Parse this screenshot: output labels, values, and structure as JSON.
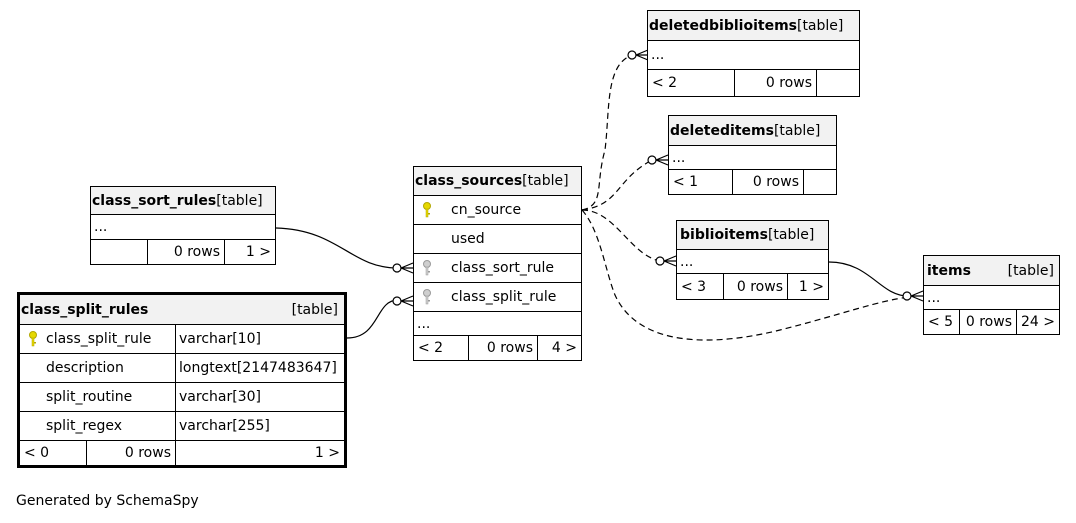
{
  "diagram": {
    "footer": "Generated by SchemaSpy",
    "tables": {
      "deletedbiblioitems": {
        "name": "deletedbiblioitems",
        "type": "[table]",
        "ellipsis": "...",
        "parents": "< 2",
        "rows": "0 rows",
        "children": ""
      },
      "deleteditems": {
        "name": "deleteditems",
        "type": "[table]",
        "ellipsis": "...",
        "parents": "< 1",
        "rows": "0 rows",
        "children": ""
      },
      "class_sources": {
        "name": "class_sources",
        "type": "[table]",
        "columns": [
          "cn_source",
          "used",
          "class_sort_rule",
          "class_split_rule"
        ],
        "ellipsis": "...",
        "parents": "< 2",
        "rows": "0 rows",
        "children": "4 >"
      },
      "class_sort_rules": {
        "name": "class_sort_rules",
        "type": "[table]",
        "ellipsis": "...",
        "parents": "",
        "rows": "0 rows",
        "children": "1 >"
      },
      "biblioitems": {
        "name": "biblioitems",
        "type": "[table]",
        "ellipsis": "...",
        "parents": "< 3",
        "rows": "0 rows",
        "children": "1 >"
      },
      "items": {
        "name": "items",
        "type": "[table]",
        "ellipsis": "...",
        "parents": "< 5",
        "rows": "0 rows",
        "children": "24 >"
      },
      "class_split_rules": {
        "name": "class_split_rules",
        "type": "[table]",
        "columns": [
          {
            "name": "class_split_rule",
            "type": "varchar[10]"
          },
          {
            "name": "description",
            "type": "longtext[2147483647]"
          },
          {
            "name": "split_routine",
            "type": "varchar[30]"
          },
          {
            "name": "split_regex",
            "type": "varchar[255]"
          }
        ],
        "parents": "< 0",
        "rows": "0 rows",
        "children": "1 >"
      }
    }
  }
}
